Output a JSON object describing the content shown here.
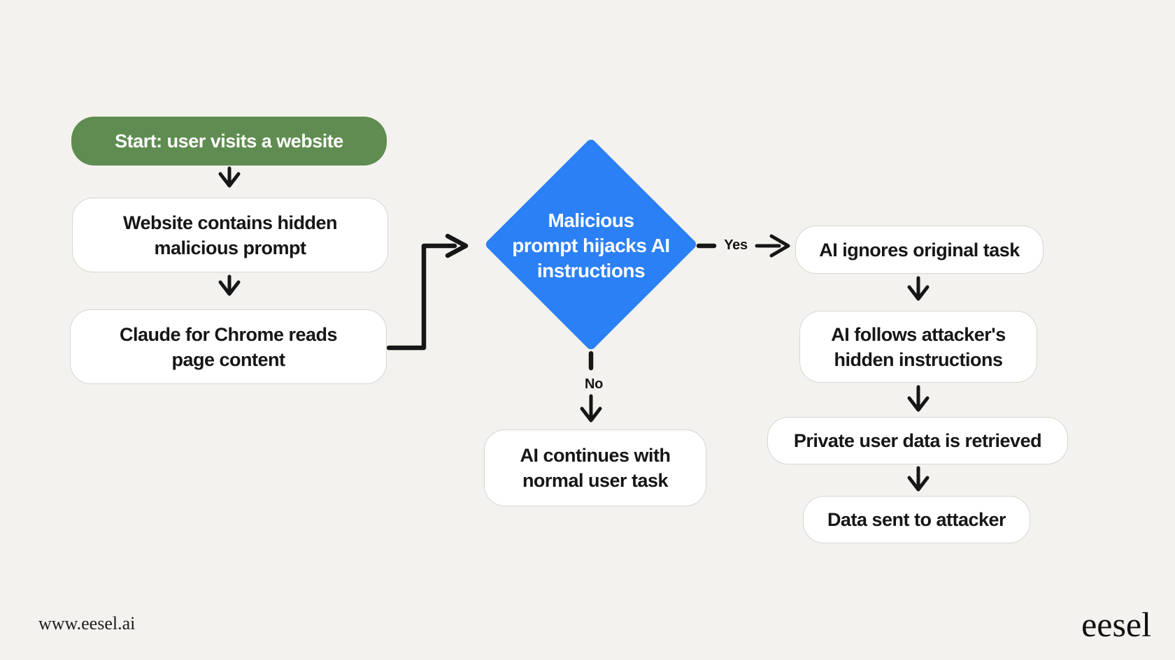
{
  "colors": {
    "background": "#f4f2ee",
    "start_node": "#5f8c50",
    "decision_node": "#2b80f5",
    "connector": "#161616",
    "node_border": "#d7d5d2",
    "node_text": "#161616"
  },
  "flow": {
    "start": {
      "label": "Start: user visits a website"
    },
    "website": {
      "label": "Website contains hidden\nmalicious prompt"
    },
    "claude": {
      "label": "Claude for Chrome reads\npage content"
    },
    "decision": {
      "label": "Malicious\nprompt hijacks AI\ninstructions"
    },
    "yes_label": "Yes",
    "no_label": "No",
    "ignores": {
      "label": "AI ignores original task"
    },
    "follows": {
      "label": "AI follows attacker's\nhidden instructions"
    },
    "private": {
      "label": "Private user data is retrieved"
    },
    "sent": {
      "label": "Data sent to attacker"
    },
    "continues": {
      "label": "AI continues with\nnormal user task"
    }
  },
  "footer": {
    "site_url": "www.eesel.ai",
    "brand_wordmark": "eesel"
  }
}
